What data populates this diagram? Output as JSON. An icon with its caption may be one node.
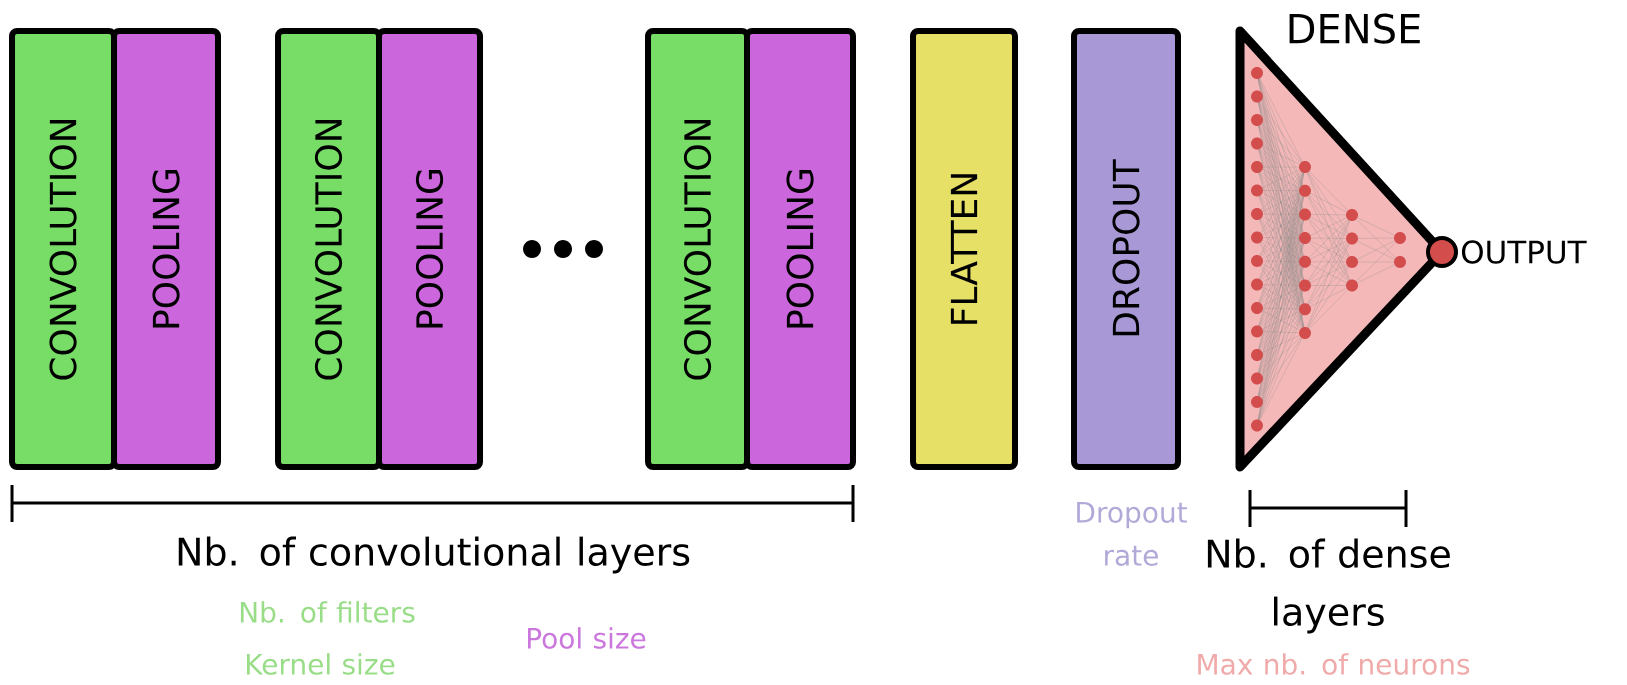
{
  "diagram": {
    "nodes": [
      {
        "text": [
          "CONVOLUTION"
        ]
      },
      {
        "text": [
          "POOLING"
        ]
      },
      {
        "text": [
          "CONVOLUTION"
        ]
      },
      {
        "text": [
          "POOLING"
        ]
      },
      {
        "text": [
          "CONVOLUTION"
        ]
      },
      {
        "text": [
          "POOLING"
        ]
      },
      {
        "text": [
          "FLATTEN"
        ]
      },
      {
        "text": [
          "DROPOUT"
        ]
      },
      {
        "text": [
          "DENSE"
        ]
      },
      {
        "text": [],
        "shape": "circle",
        "beside": [
          "OUTPUT"
        ]
      }
    ],
    "labels": [
      "Dropout rate",
      "Nb. of convolutional layers",
      "Nb. of dense layers",
      "Nb. of filters",
      "Pool size",
      "Kernel size",
      "Max nb. of neurons"
    ]
  }
}
